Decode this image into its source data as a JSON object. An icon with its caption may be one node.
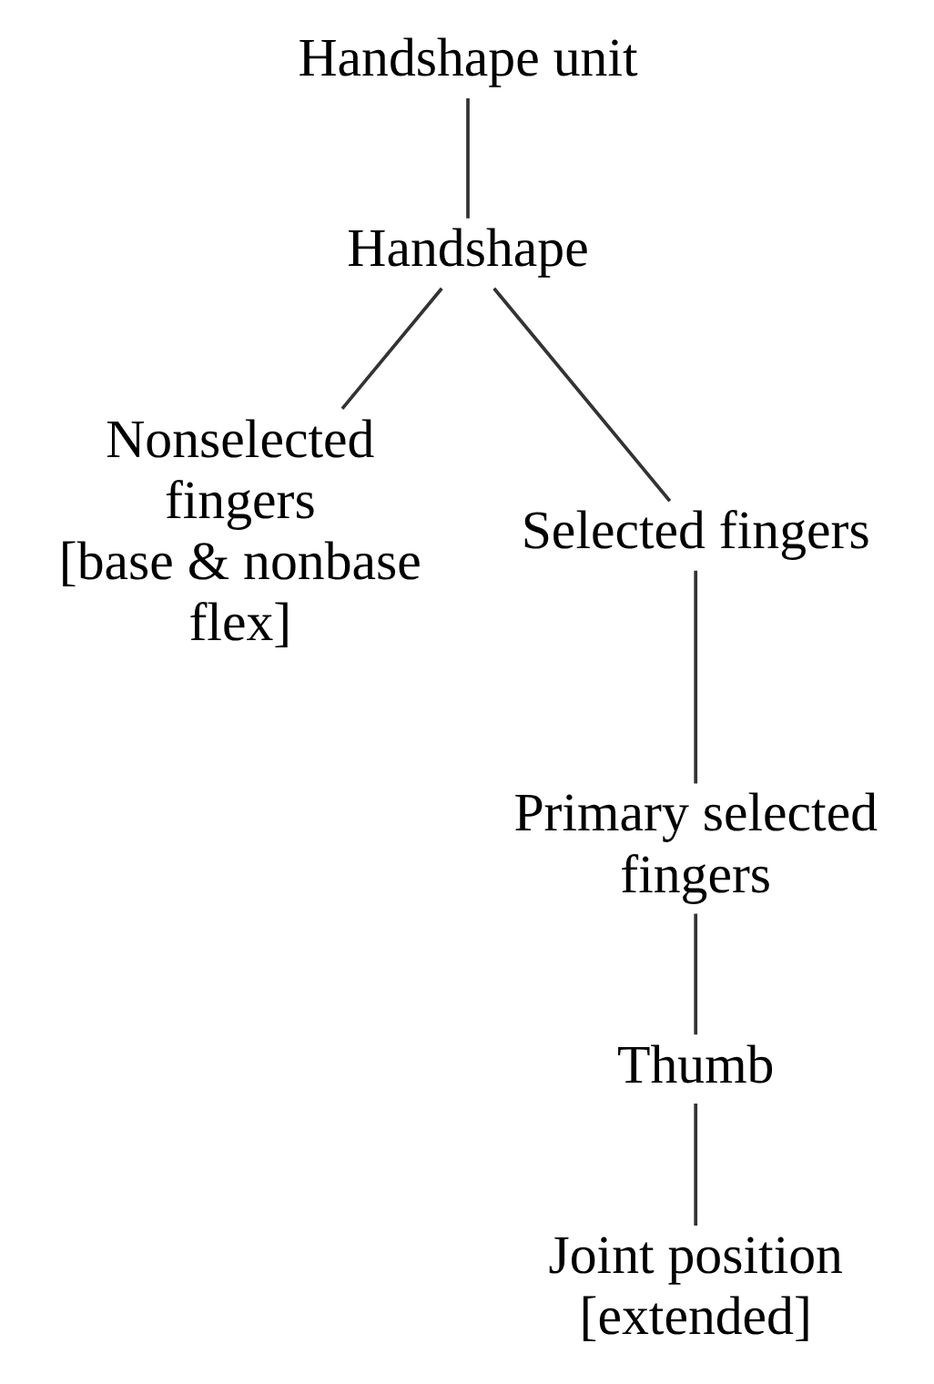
{
  "diagram": {
    "nodes": [
      {
        "text": [
          "Handshape unit"
        ]
      },
      {
        "text": [
          "Handshape"
        ]
      },
      {
        "text": [
          "Nonselected fingers",
          "[base & nonbase flex]"
        ]
      },
      {
        "text": [
          "Selected fingers"
        ]
      },
      {
        "text": [
          "Primary selected fingers"
        ]
      },
      {
        "text": [
          "Thumb"
        ]
      },
      {
        "text": [
          "Joint position",
          "[extended]"
        ]
      }
    ],
    "edges": [
      {
        "from": 0,
        "to": 1,
        "arrow": "none"
      },
      {
        "from": 1,
        "to": 2,
        "arrow": "none"
      },
      {
        "from": 1,
        "to": 3,
        "arrow": "none"
      },
      {
        "from": 3,
        "to": 4,
        "arrow": "none"
      },
      {
        "from": 4,
        "to": 5,
        "arrow": "none"
      },
      {
        "from": 5,
        "to": 6,
        "arrow": "none"
      }
    ]
  }
}
